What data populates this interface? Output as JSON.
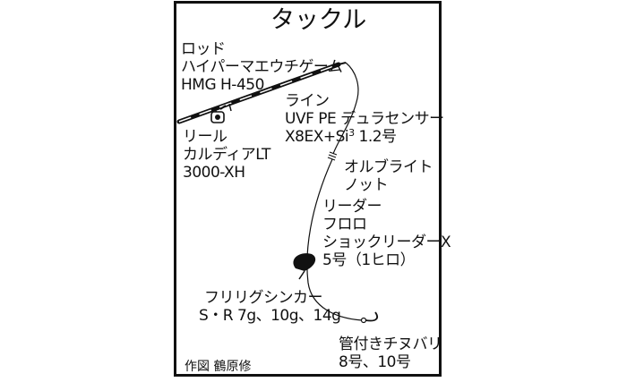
{
  "title": "タックル",
  "rod": {
    "label": "ロッド",
    "name": "ハイパーマエウチゲーム",
    "model": "HMG H-450"
  },
  "line": {
    "label": "ライン",
    "name": "UVF PE デュラセンサー",
    "spec_prefix": "X8EX+Si",
    "spec_sup": "3",
    "spec_size": " 1.2号"
  },
  "reel": {
    "label": "リール",
    "name": "カルディアLT",
    "model": "3000-XH"
  },
  "knot": {
    "label": "オルブライト",
    "label2": "ノット"
  },
  "leader": {
    "label": "リーダー",
    "material": "フロロ",
    "name": "ショックリーダーX",
    "size": "5号（1ヒロ）"
  },
  "sinker": {
    "label": "フリリグシンカー",
    "sizes": "S・R 7g、10g、14g"
  },
  "hook": {
    "label": "管付きチヌバリ",
    "sizes": "8号、10号"
  },
  "credit": "作図 鶴原修"
}
